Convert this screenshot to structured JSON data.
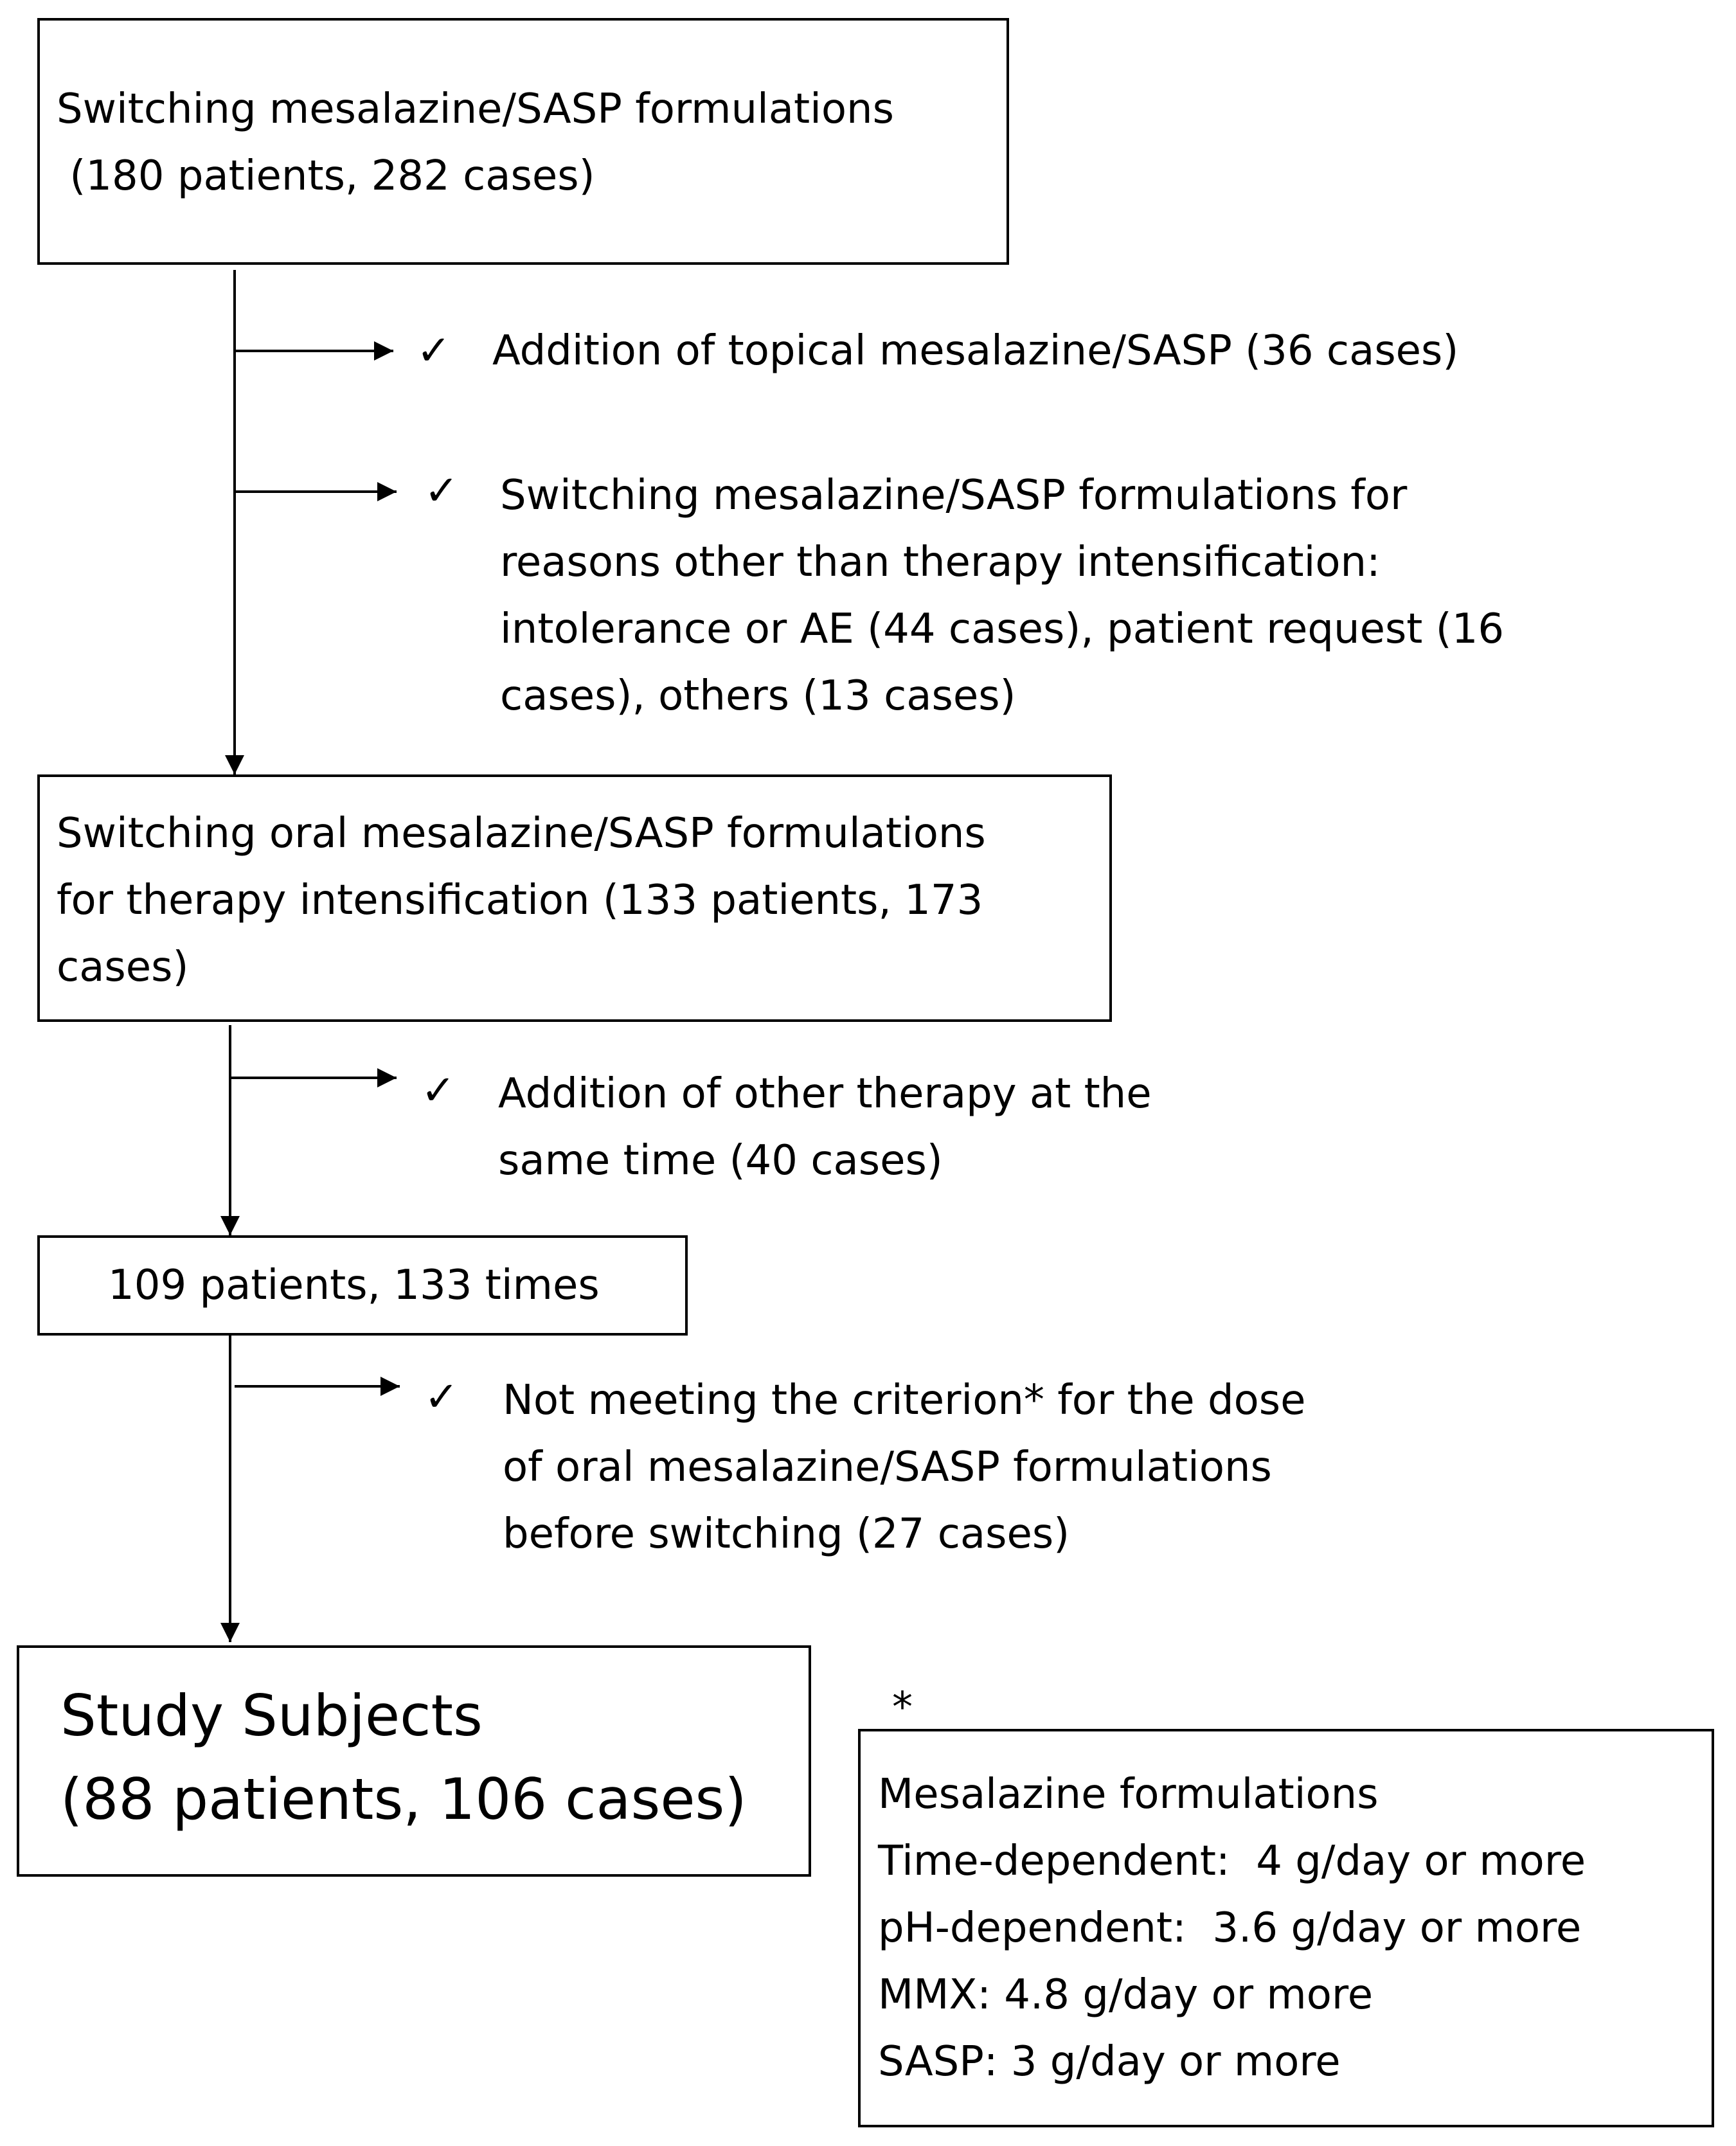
{
  "steps": [
    {
      "lines": [
        "Switching mesalazine/SASP formulations",
        " (180 patients, 282 cases)"
      ]
    },
    {
      "lines": [
        "Switching oral mesalazine/SASP formulations",
        "for therapy intensification (133 patients, 173",
        "cases)"
      ]
    },
    {
      "lines": [
        "109 patients, 133 times"
      ]
    },
    {
      "lines": [
        "Study Subjects",
        "(88 patients, 106 cases)"
      ]
    }
  ],
  "exclusions": [
    {
      "lines": [
        "Addition of topical mesalazine/SASP (36 cases)"
      ]
    },
    {
      "lines": [
        "Switching mesalazine/SASP formulations for",
        "reasons other than therapy intensification:",
        "intolerance or AE (44 cases), patient request (16",
        "cases), others (13 cases)"
      ]
    },
    {
      "lines": [
        "Addition of other therapy at the",
        "same time (40 cases)"
      ]
    },
    {
      "lines": [
        "Not meeting the criterion* for the dose",
        "of oral mesalazine/SASP formulations",
        "before switching (27 cases)"
      ]
    }
  ],
  "check_mark": "✓",
  "footnote": {
    "marker": "*",
    "lines": [
      "Mesalazine formulations",
      "Time-dependent:  4 g/day or more",
      "pH-dependent:  3.6 g/day or more",
      "MMX: 4.8 g/day or more",
      "SASP: 3 g/day or more"
    ]
  }
}
